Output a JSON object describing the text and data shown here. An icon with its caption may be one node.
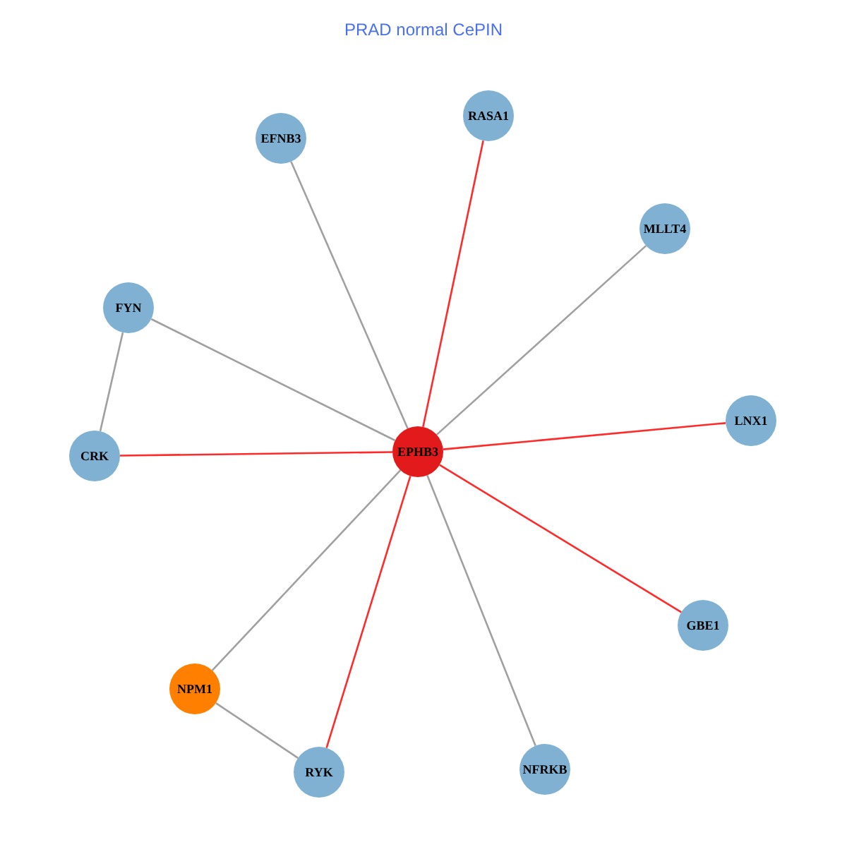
{
  "diagram": {
    "title": "PRAD normal CePIN",
    "nodes": [
      {
        "text": [
          "EPHB3"
        ]
      },
      {
        "text": [
          "RASA1"
        ]
      },
      {
        "text": [
          "EFNB3"
        ]
      },
      {
        "text": [
          "MLLT4"
        ]
      },
      {
        "text": [
          "FYN"
        ]
      },
      {
        "text": [
          "LNX1"
        ]
      },
      {
        "text": [
          "CRK"
        ]
      },
      {
        "text": [
          "GBE1"
        ]
      },
      {
        "text": [
          "NPM1"
        ]
      },
      {
        "text": [
          "RYK"
        ]
      },
      {
        "text": [
          "NFRKB"
        ]
      }
    ],
    "edges": [
      {
        "from": 0,
        "to": 1,
        "arrow": "none",
        "color": "#ff2a2a"
      },
      {
        "from": 0,
        "to": 2,
        "arrow": "none"
      },
      {
        "from": 0,
        "to": 3,
        "arrow": "none"
      },
      {
        "from": 0,
        "to": 4,
        "arrow": "none"
      },
      {
        "from": 0,
        "to": 5,
        "arrow": "none",
        "color": "#ff2a2a"
      },
      {
        "from": 0,
        "to": 6,
        "arrow": "none",
        "color": "#ff2a2a"
      },
      {
        "from": 0,
        "to": 7,
        "arrow": "none",
        "color": "#ff2a2a"
      },
      {
        "from": 0,
        "to": 8,
        "arrow": "none"
      },
      {
        "from": 0,
        "to": 9,
        "arrow": "none",
        "color": "#ff2a2a"
      },
      {
        "from": 0,
        "to": 10,
        "arrow": "none"
      },
      {
        "from": 4,
        "to": 6,
        "arrow": "none"
      },
      {
        "from": 8,
        "to": 9,
        "arrow": "none"
      }
    ]
  }
}
